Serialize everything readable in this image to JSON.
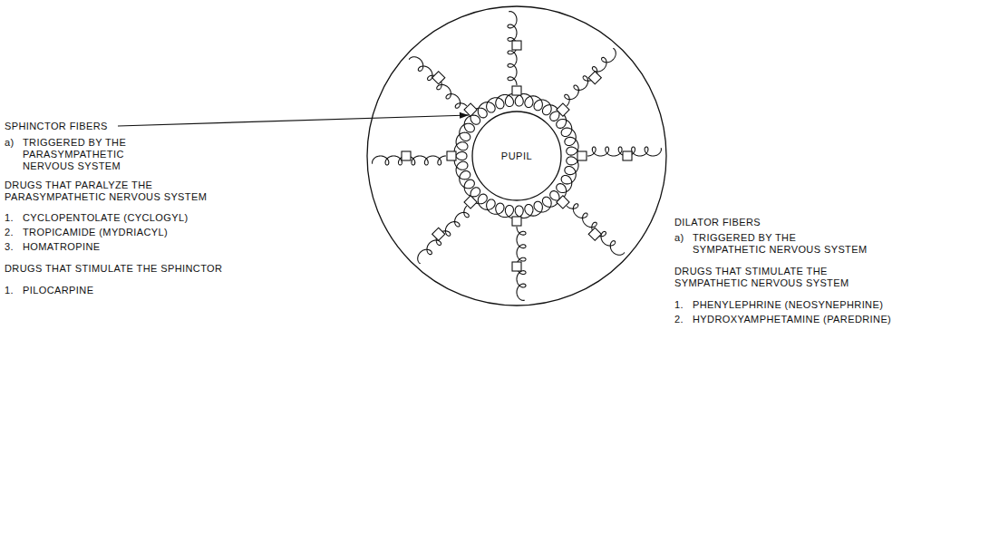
{
  "diagram": {
    "nodes": [
      {
        "text": [
          "PUPIL"
        ]
      }
    ],
    "labels": [
      "SPHINCTOR FIBERS",
      "a)",
      "TRIGGERED BY THE PARASYMPATHETIC NERVOUS SYSTEM",
      "DRUGS THAT PARALYZE THE PARASYMPATHETIC NERVOUS SYSTEM",
      "1.",
      "CYCLOPENTOLATE (CYCLOGYL)",
      "2.",
      "TROPICAMIDE (MYDRIACYL)",
      "3.",
      "HOMATROPINE",
      "DRUGS THAT STIMULATE THE SPHINCTOR",
      "1.",
      "PILOCARPINE",
      "DILATOR FIBERS",
      "a)",
      "TRIGGERED BY THE SYMPATHETIC NERVOUS SYSTEM",
      "DRUGS THAT STIMULATE THE SYMPATHETIC NERVOUS SYSTEM",
      "1.",
      "PHENYLEPHRINE (NEOSYNEPHRINE)",
      "2.",
      "HYDROXYAMPHETAMINE (PAREDRINE)"
    ]
  }
}
